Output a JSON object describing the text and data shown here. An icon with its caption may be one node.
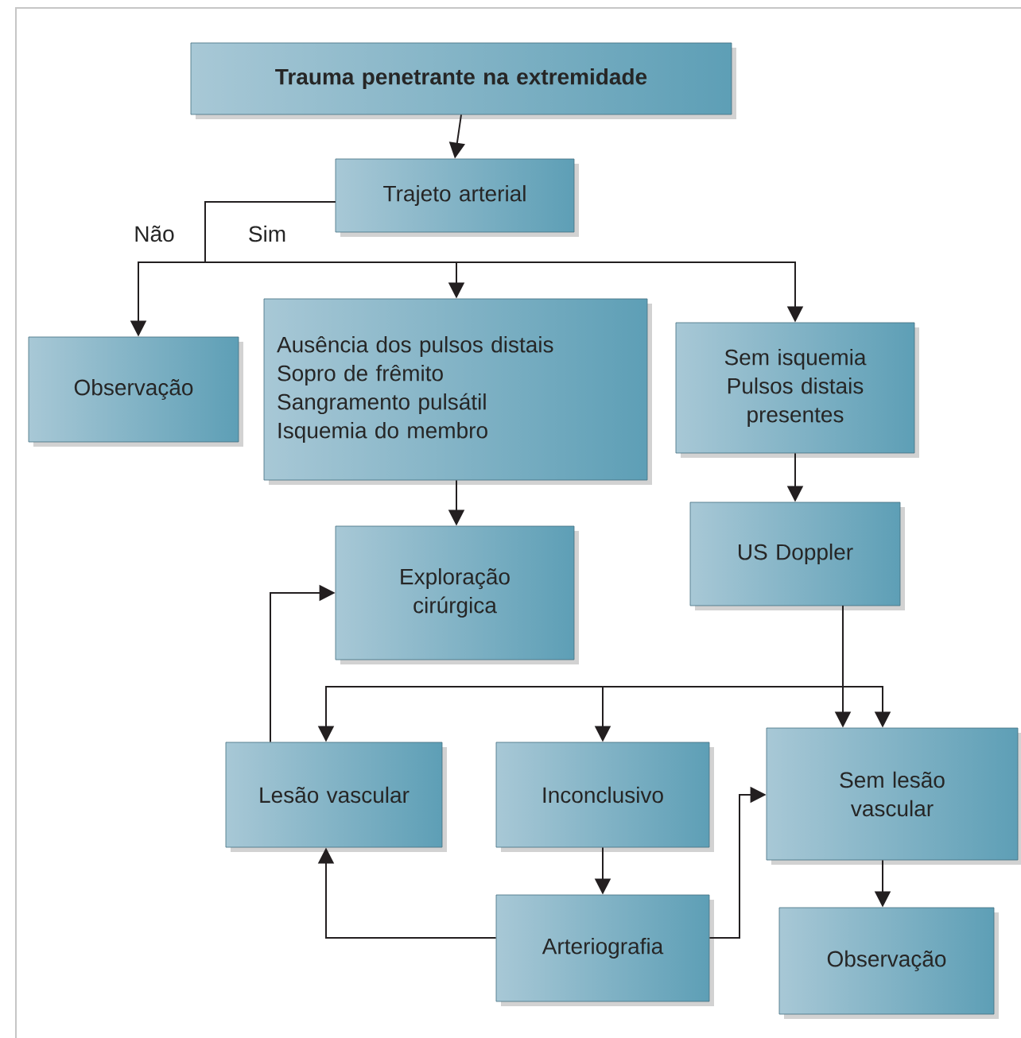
{
  "diagram": {
    "nodes": [
      {
        "text": [
          "Trauma penetrante na extremidade"
        ]
      },
      {
        "text": [
          "Trajeto arterial"
        ]
      },
      {
        "text": [
          "Observação"
        ]
      },
      {
        "text": [
          "Ausência dos pulsos distais",
          "Sopro de frêmito",
          "Sangramento pulsátil",
          "Isquemia do membro"
        ]
      },
      {
        "text": [
          "Sem isquemia",
          "Pulsos distais presentes"
        ]
      },
      {
        "text": [
          "Exploração cirúrgica"
        ]
      },
      {
        "text": [
          "US Doppler"
        ]
      },
      {
        "text": [
          "Lesão vascular"
        ]
      },
      {
        "text": [
          "Inconclusivo"
        ]
      },
      {
        "text": [
          "Sem lesão vascular"
        ]
      },
      {
        "text": [
          "Arteriografia"
        ]
      },
      {
        "text": [
          "Observação"
        ]
      }
    ],
    "edges": [
      {
        "from": 0,
        "to": 1,
        "arrow": "to"
      },
      {
        "from": 1,
        "to": 2,
        "arrow": "to",
        "label": "Não"
      },
      {
        "from": 1,
        "to": 3,
        "arrow": "to",
        "label": "Sim"
      },
      {
        "from": 1,
        "to": 4,
        "arrow": "to"
      },
      {
        "from": 3,
        "to": 5,
        "arrow": "to"
      },
      {
        "from": 4,
        "to": 6,
        "arrow": "to"
      },
      {
        "from": 6,
        "to": 9,
        "arrow": "to"
      },
      {
        "from": 6,
        "to": 7,
        "arrow": "to"
      },
      {
        "from": 6,
        "to": 8,
        "arrow": "to"
      },
      {
        "from": 6,
        "to": 9,
        "arrow": "to"
      },
      {
        "from": 7,
        "to": 5,
        "arrow": "to"
      },
      {
        "from": 8,
        "to": 10,
        "arrow": "to"
      },
      {
        "from": 10,
        "to": 7,
        "arrow": "to"
      },
      {
        "from": 10,
        "to": 9,
        "arrow": "to"
      },
      {
        "from": 9,
        "to": 11,
        "arrow": "to"
      }
    ]
  }
}
